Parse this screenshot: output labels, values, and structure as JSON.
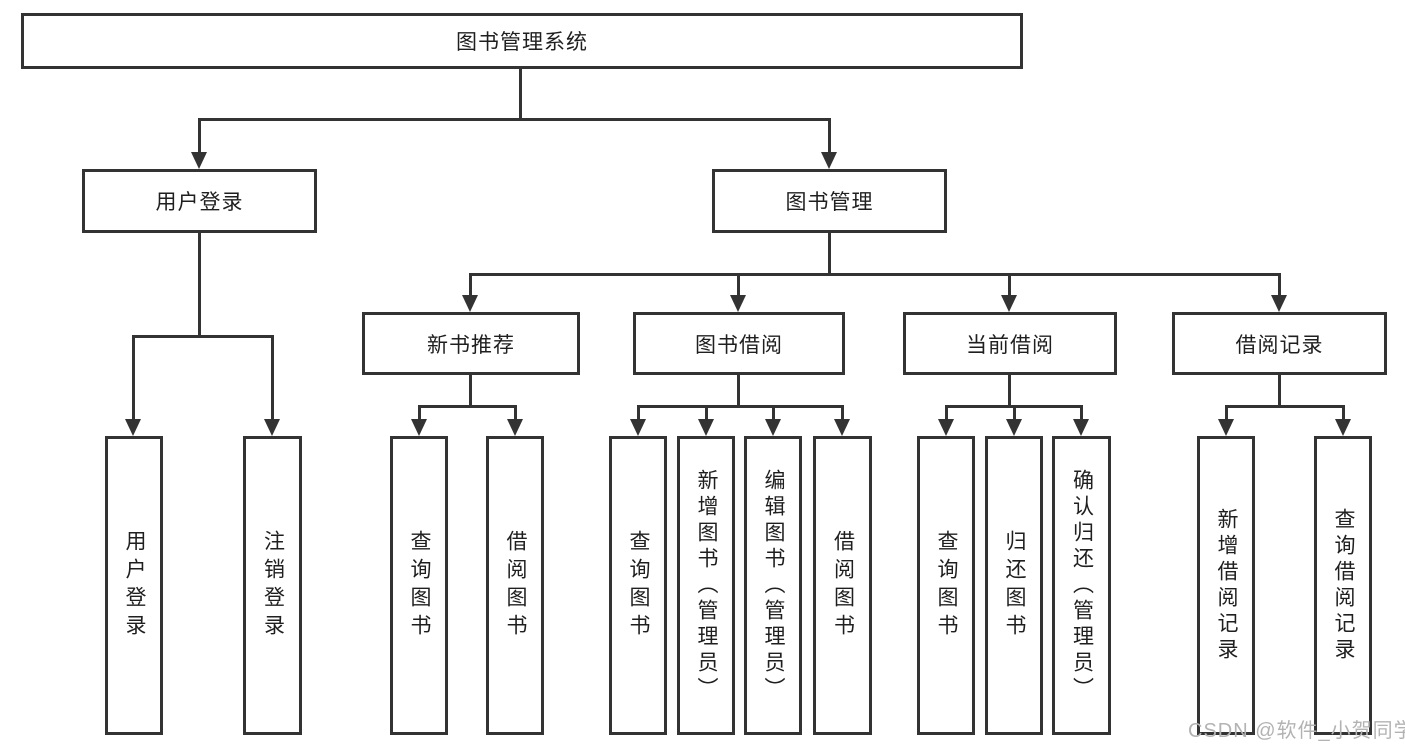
{
  "title": "图书管理系统",
  "nodes": {
    "root": "图书管理系统",
    "level1": [
      "用户登录",
      "图书管理"
    ],
    "level2": [
      "新书推荐",
      "图书借阅",
      "当前借阅",
      "借阅记录"
    ],
    "leaves_user_login": [
      "用户登录",
      "注销登录"
    ],
    "leaves_new_book": [
      "查询图书",
      "借阅图书"
    ],
    "leaves_book_borrow": [
      "查询图书",
      "新增图书（管理员）",
      "编辑图书（管理员）",
      "借阅图书"
    ],
    "leaves_current_borrow": [
      "查询图书",
      "归还图书",
      "确认归还（管理员）"
    ],
    "leaves_borrow_record": [
      "新增借阅记录",
      "查询借阅记录"
    ]
  },
  "watermark": "CSDN @软件_小贺同学",
  "colors": {
    "line": "#333333",
    "box_border": "#333333",
    "text": "#1f1f1f",
    "background": "#ffffff",
    "watermark": "#b3b3b3"
  }
}
